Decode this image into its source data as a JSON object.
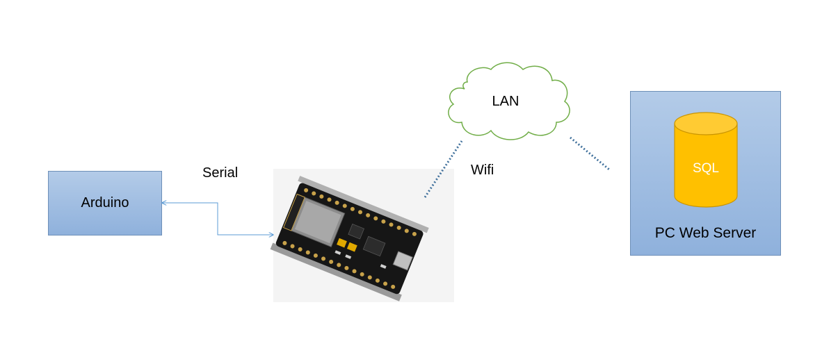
{
  "nodes": {
    "arduino": "Arduino",
    "lan": "LAN",
    "server": "PC Web Server",
    "database": "SQL"
  },
  "links": {
    "serial": "Serial",
    "wifi": "Wifi"
  },
  "colors": {
    "box_fill_top": "#b3cbe8",
    "box_fill_bottom": "#8fb1dc",
    "box_border": "#6d8fb8",
    "cloud_stroke": "#70ad47",
    "database_fill": "#ffc000",
    "database_stroke": "#c99400",
    "serial_arrow": "#5b9bd5",
    "dotted_link": "#41719c"
  },
  "icons": {
    "board": "nodemcu-esp8266-board-photo",
    "cloud": "cloud-shape",
    "database": "database-cylinder-icon"
  }
}
